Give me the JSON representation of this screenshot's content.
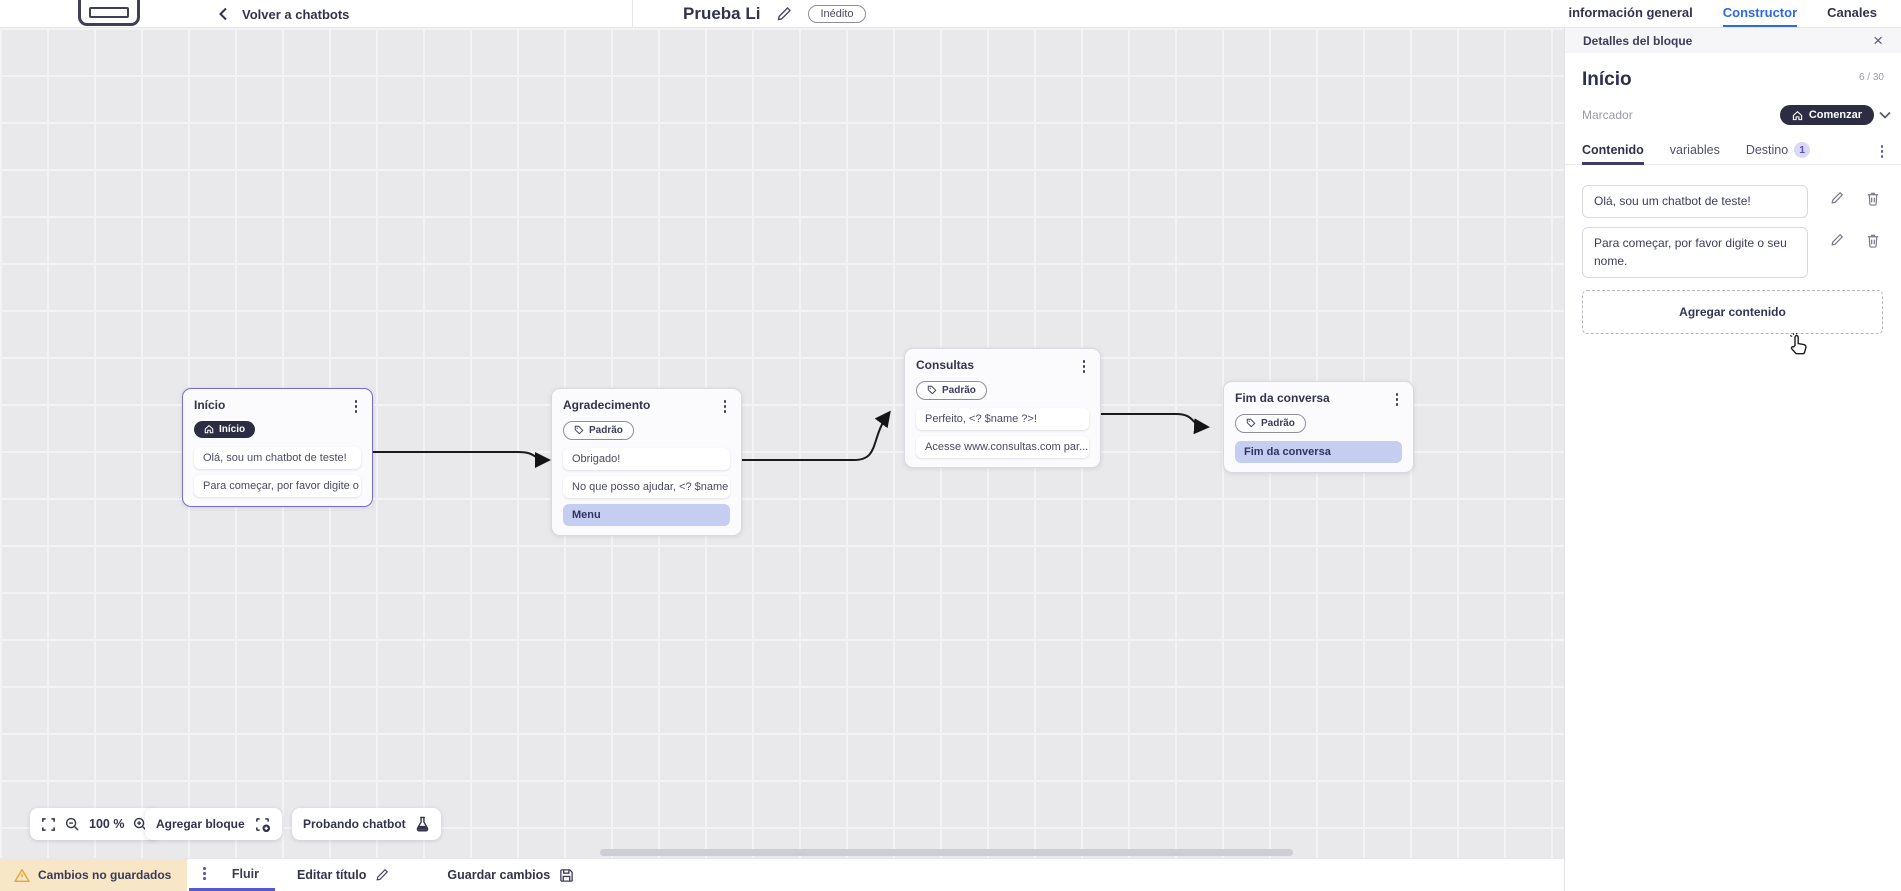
{
  "header": {
    "back_label": "Volver a chatbots",
    "title": "Prueba Li",
    "status_badge": "Inédito",
    "tabs": [
      {
        "label": "información general",
        "active": false
      },
      {
        "label": "Constructor",
        "active": true
      },
      {
        "label": "Canales",
        "active": false
      }
    ]
  },
  "canvas": {
    "blocks": [
      {
        "title": "Início",
        "badge": "Início",
        "rows": [
          {
            "text": "Olá, sou um chatbot de teste!"
          },
          {
            "text": "Para começar, por favor digite o ..."
          }
        ]
      },
      {
        "title": "Agradecimento",
        "badge": "Padrão",
        "rows": [
          {
            "text": "Obrigado!"
          },
          {
            "text": "No que posso ajudar, <? $name ..."
          },
          {
            "text": "Menu"
          }
        ]
      },
      {
        "title": "Consultas",
        "badge": "Padrão",
        "rows": [
          {
            "text": "Perfeito, <? $name ?>!"
          },
          {
            "text": "Acesse www.consultas.com par..."
          }
        ]
      },
      {
        "title": "Fim da conversa",
        "badge": "Padrão",
        "rows": [
          {
            "text": "Fim da conversa"
          }
        ]
      }
    ],
    "controls": {
      "zoom_level": "100 %",
      "add_block_label": "Agregar bloque",
      "test_chatbot_label": "Probando chatbot"
    }
  },
  "panel": {
    "strip_title": "Detalles del bloque",
    "block_title": "Início",
    "char_count": "6 / 30",
    "marker_label": "Marcador",
    "marker_value": "Comenzar",
    "tabs": [
      {
        "label": "Contenido",
        "active": true
      },
      {
        "label": "variables",
        "active": false
      },
      {
        "label": "Destino",
        "active": false,
        "badge": "1"
      }
    ],
    "contents": [
      "Olá, sou um chatbot de teste!",
      "Para começar, por favor digite o seu nome."
    ],
    "add_content_label": "Agregar contenido"
  },
  "footer": {
    "unsaved_label": "Cambios no guardados",
    "flow_tab_label": "Fluir",
    "edit_title_label": "Editar título",
    "save_label": "Guardar cambios"
  },
  "colors": {
    "accent_indigo": "#5b54c9",
    "active_tab_blue": "#2d6ae3",
    "dark_pill": "#2c2c42",
    "selected_block_border": "#756bd9",
    "lavender_row": "#c5cdf1",
    "warning_chip_bg": "#f8e7c7",
    "warning_icon": "#e3a63b",
    "canvas_bg": "#e9e9eb"
  }
}
